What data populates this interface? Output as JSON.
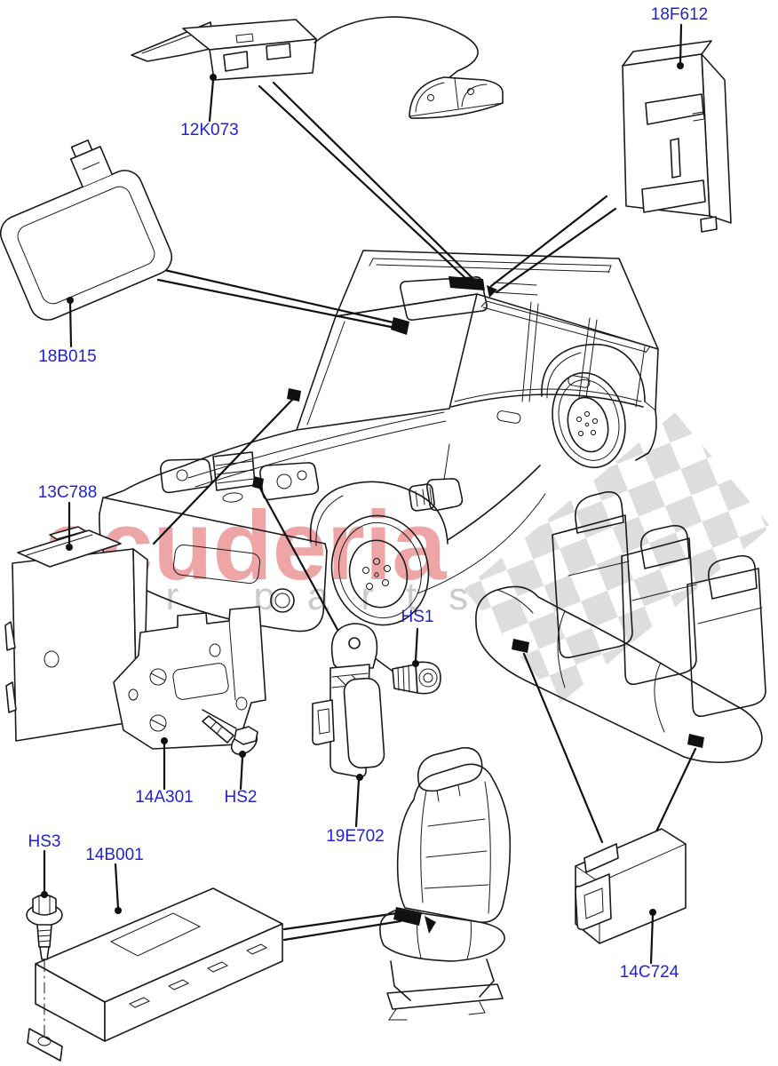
{
  "watermark": {
    "brand": "scuderia",
    "tagline": "car parts",
    "brand_color": "#ec9b9b",
    "tagline_color": "#cbcbcb",
    "flag_color": "#d9d9d9"
  },
  "labels": {
    "p12k073": "12K073",
    "p18f612": "18F612",
    "p18b015": "18B015",
    "p13c788": "13C788",
    "hs1": "HS1",
    "p14a301": "14A301",
    "hs2": "HS2",
    "p19e702": "19E702",
    "hs3": "HS3",
    "p14b001": "14B001",
    "p14c724": "14C724"
  },
  "colors": {
    "label_blue": "#2222cf",
    "line_black": "#1a1a1a",
    "marker_black": "#101010",
    "background": "#ffffff"
  }
}
